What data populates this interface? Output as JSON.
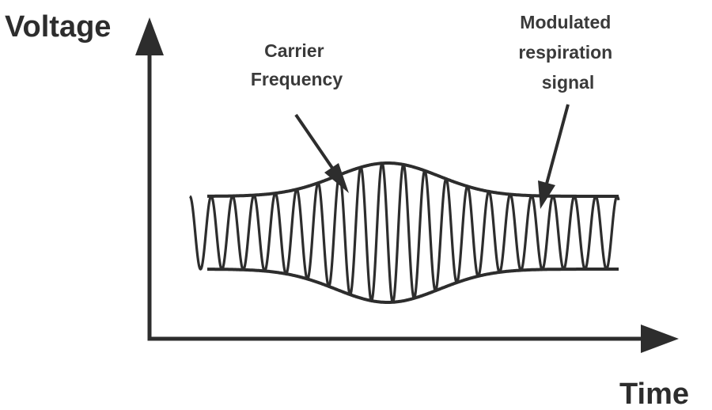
{
  "axes": {
    "y_label": "Voltage",
    "x_label": "Time"
  },
  "annotations": {
    "carrier": [
      "Carrier",
      "Frequency"
    ],
    "modulated": [
      "Modulated",
      "respiration",
      "signal"
    ]
  },
  "colors": {
    "ink": "#2d2d2d",
    "background": "#ffffff"
  }
}
